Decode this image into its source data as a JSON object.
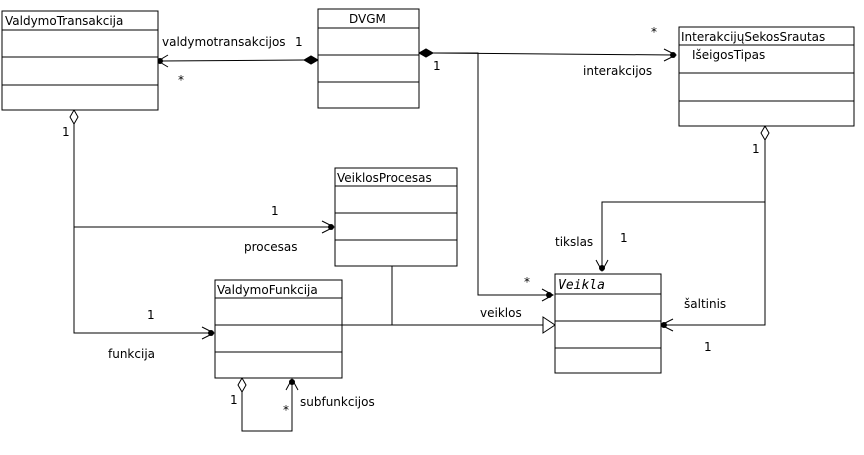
{
  "classes": {
    "valdymo_transakcija": "ValdymoTransakcija",
    "dvgm": "DVGM",
    "interakciju_sekos_srautas": "InterakcijųSekosSrautas",
    "interakciju_attr": "IšeigosTipas",
    "veiklos_procesas": "VeiklosProcesas",
    "valdymo_funkcija": "ValdymoFunkcija",
    "veikla": "Veikla"
  },
  "roles": {
    "valdymotransakcijos": "valdymotransakcijos",
    "interakcijos": "interakcijos",
    "procesas": "procesas",
    "funkcija": "funkcija",
    "subfunkcijos": "subfunkcijos",
    "veiklos": "veiklos",
    "tikslas": "tikslas",
    "saltinis": "šaltinis"
  },
  "multiplicities": {
    "vt_dvgm_one": "1",
    "vt_dvgm_many": "*",
    "dvgm_int_one": "1",
    "dvgm_int_many": "*",
    "vt_agg_one": "1",
    "proc_one": "1",
    "func_one": "1",
    "sub_one": "1",
    "sub_many": "*",
    "veikla_many": "*",
    "int_agg_one": "1",
    "tikslas_one": "1",
    "saltinis_one": "1"
  }
}
